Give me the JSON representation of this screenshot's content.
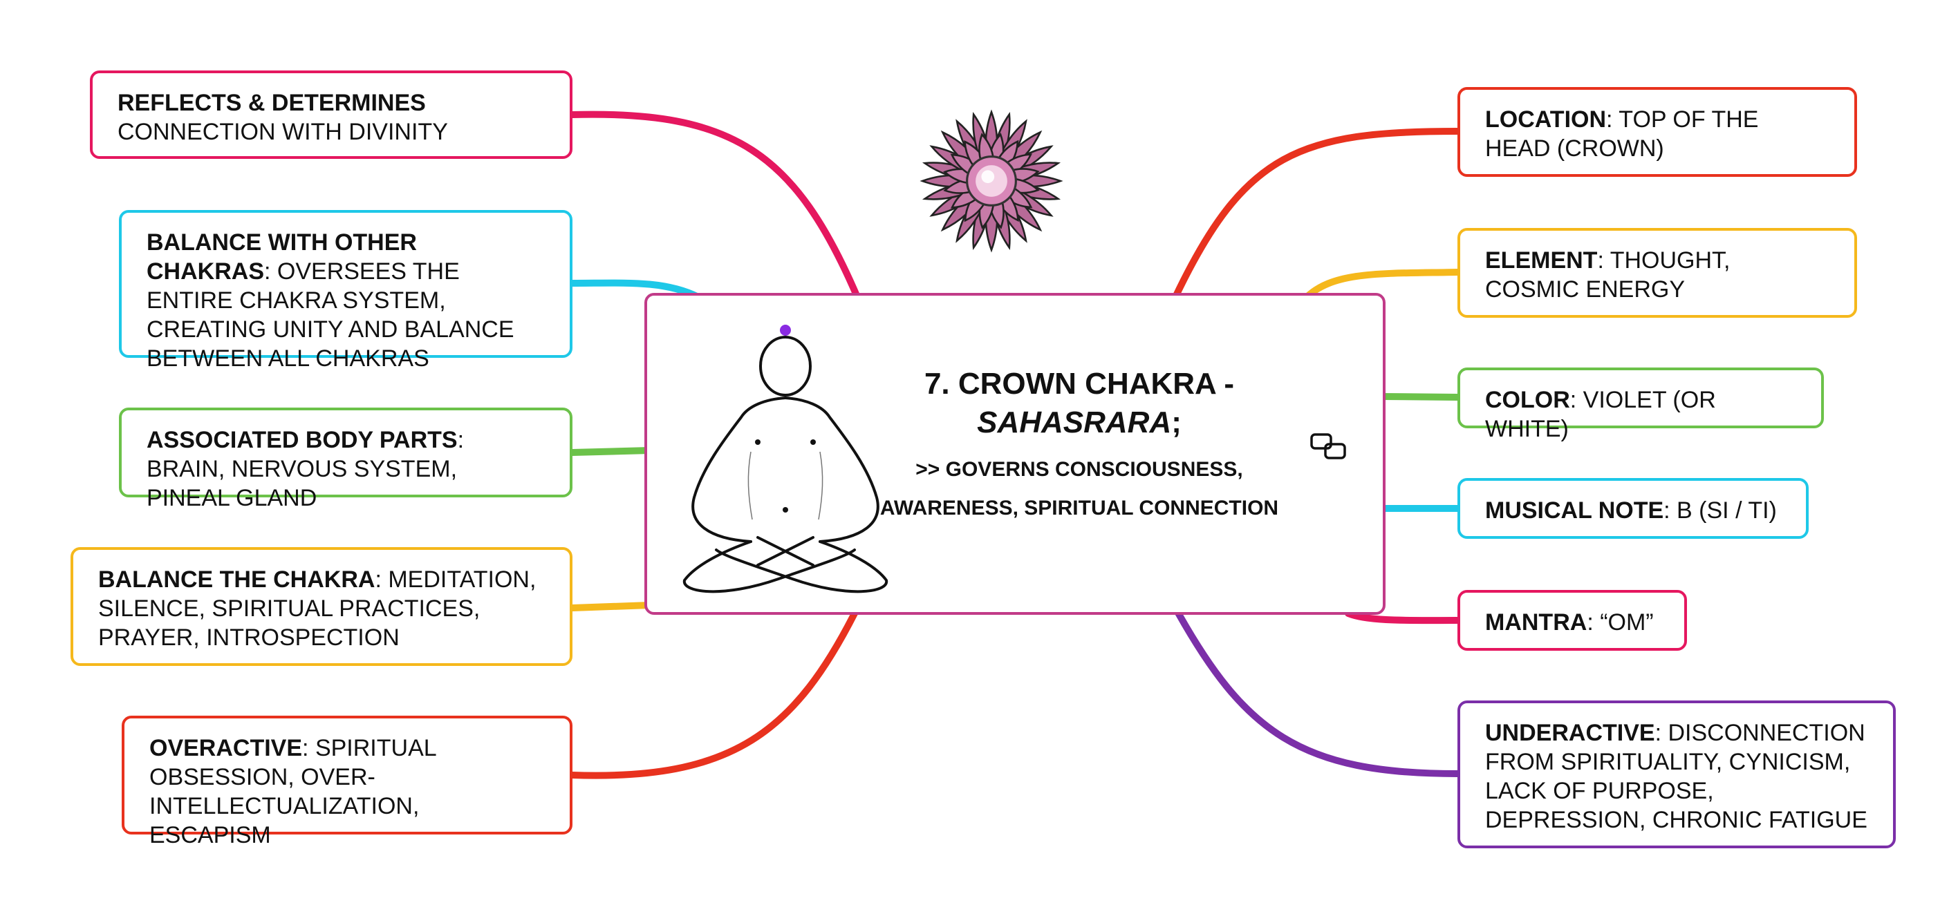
{
  "central": {
    "title_part1": "7. CROWN CHAKRA -",
    "title_part2": "SAHASRARA",
    "title_part3": ";",
    "subtitle_line1": ">> GOVERNS CONSCIOUSNESS,",
    "subtitle_line2": "AWARENESS, SPIRITUAL CONNECTION",
    "border_color": "#c13b88"
  },
  "colors": {
    "magenta": "#e5175f",
    "cyan": "#1ec8e8",
    "green": "#6cc24a",
    "yellow": "#f5b81c",
    "red": "#e8321e",
    "purple": "#7b2fa8",
    "lotus": "#c77ba8",
    "crown_dot": "#8a2be2"
  },
  "nodes": {
    "reflects": {
      "key": "REFLECTS & DETERMINES",
      "text": "CONNECTION WITH DIVINITY",
      "color": "#e5175f"
    },
    "balance_other": {
      "key": "BALANCE WITH OTHER CHAKRAS",
      "text": ": OVERSEES THE ENTIRE CHAKRA SYSTEM, CREATING UNITY AND BALANCE BETWEEN ALL CHAKRAS",
      "color": "#1ec8e8"
    },
    "body_parts": {
      "key": "ASSOCIATED BODY PARTS",
      "text": ": BRAIN, NERVOUS SYSTEM, PINEAL GLAND",
      "color": "#6cc24a"
    },
    "balance_chakra": {
      "key": "BALANCE THE CHAKRA",
      "text": ": MEDITATION, SILENCE, SPIRITUAL PRACTICES, PRAYER, INTROSPECTION",
      "color": "#f5b81c"
    },
    "overactive": {
      "key": "OVERACTIVE",
      "text": ": SPIRITUAL OBSESSION, OVER-INTELLECTUALIZATION, ESCAPISM",
      "color": "#e8321e"
    },
    "location": {
      "key": "LOCATION",
      "text": ": TOP OF THE HEAD (CROWN)",
      "color": "#e8321e"
    },
    "element": {
      "key": "ELEMENT",
      "text": ": THOUGHT, COSMIC ENERGY",
      "color": "#f5b81c"
    },
    "color": {
      "key": "COLOR",
      "text": ": VIOLET (OR WHITE)",
      "color": "#6cc24a"
    },
    "musical_note": {
      "key": "MUSICAL NOTE",
      "text": ": B (SI / TI)",
      "color": "#1ec8e8"
    },
    "mantra": {
      "key": "MANTRA",
      "text": ": “OM”",
      "color": "#e5175f"
    },
    "underactive": {
      "key": "UNDERACTIVE",
      "text": ": DISCONNECTION FROM SPIRITUALITY, CYNICISM, LACK OF PURPOSE, DEPRESSION, CHRONIC FATIGUE",
      "color": "#7b2fa8"
    }
  },
  "icons": {
    "lotus": "crown-lotus-icon",
    "figure": "meditating-figure-icon",
    "link": "link-icon"
  }
}
